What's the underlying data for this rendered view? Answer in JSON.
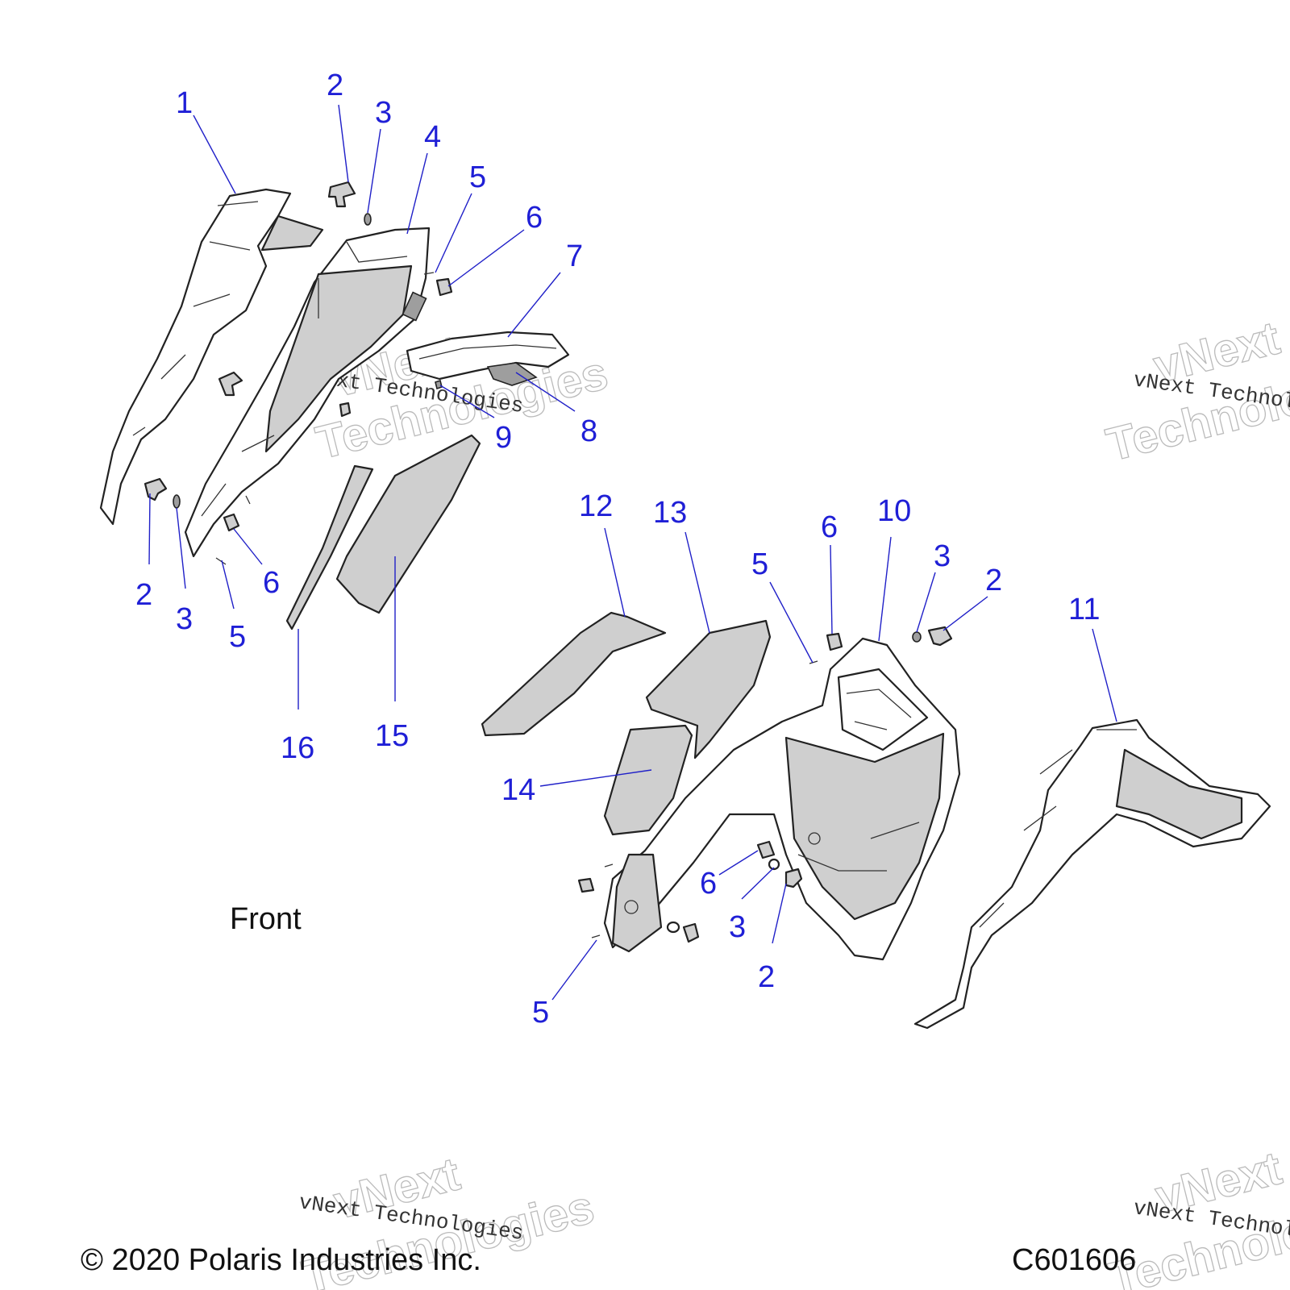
{
  "diagram": {
    "front_label": "Front",
    "copyright": "© 2020 Polaris Industries Inc.",
    "figure_code": "C601606",
    "watermark": {
      "line_small": "vNext Technologies",
      "line_big_1": "vNext",
      "line_big_2": "Technologies"
    },
    "callouts": {
      "c1": "1",
      "c2a": "2",
      "c3a": "3",
      "c4": "4",
      "c5a": "5",
      "c6a": "6",
      "c7": "7",
      "c8": "8",
      "c9": "9",
      "c2b": "2",
      "c3b": "3",
      "c5b": "5",
      "c6b": "6",
      "c16": "16",
      "c15": "15",
      "c12": "12",
      "c13": "13",
      "c14": "14",
      "c5c": "5",
      "c6c": "6",
      "c10": "10",
      "c3c": "3",
      "c2c": "2",
      "c11": "11",
      "c6d": "6",
      "c3d": "3",
      "c2d": "2",
      "c5d": "5"
    }
  }
}
